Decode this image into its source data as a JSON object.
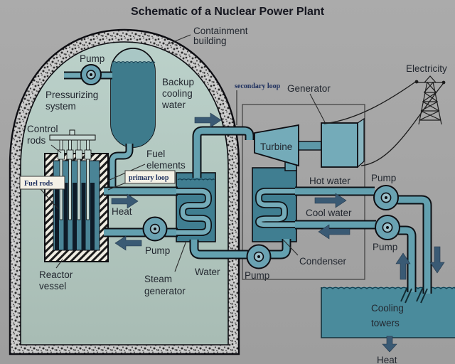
{
  "title": "Schematic of a Nuclear Power Plant",
  "labels": {
    "containment": [
      "Containment",
      "building"
    ],
    "pump_pressurizer": "Pump",
    "pressurizing": [
      "Pressurizing",
      "system"
    ],
    "backup_cooling": [
      "Backup",
      "cooling",
      "water"
    ],
    "control_rods": [
      "Control",
      "rods"
    ],
    "fuel_rods": "Fuel rods",
    "fuel_elements": [
      "Fuel",
      "elements"
    ],
    "primary_loop": "primary loop",
    "secondary_loop": "secondary loop",
    "heat_reactor": "Heat",
    "pump_primary": "Pump",
    "reactor_vessel": [
      "Reactor",
      "vessel"
    ],
    "steam_generator": [
      "Steam",
      "generator"
    ],
    "water": "Water",
    "pump_feedwater": "Pump",
    "turbine": "Turbine",
    "generator": "Generator",
    "electricity": "Electricity",
    "hot_water": "Hot water",
    "cool_water": "Cool water",
    "condenser": "Condenser",
    "pump_hot": "Pump",
    "pump_cool": "Pump",
    "cooling_towers": [
      "Cooling",
      "towers"
    ],
    "heat_out": "Heat"
  },
  "icons": {
    "pump": "pump-icon (concentric circles)",
    "transmission_tower": "transmission-tower-icon (lattice pylon)",
    "flow_arrow": "flow-arrow-icon (block arrow)"
  },
  "colors": {
    "background": "#a6a6a6",
    "containment_interior": "#b2c9c2",
    "wall_texture_base": "#c9c9c9",
    "tank_water": "#3e7b8c",
    "vessel_water": "#4a8496",
    "heat_exchanger_fill": "#407e91",
    "pipe": "#63a0af",
    "equipment": "#74abb9",
    "cooling_basin_water": "#4a8b9c",
    "flow_arrow": "#3a5a74",
    "label_text": "#22272f",
    "loop_label_text": "#1d2f5e",
    "label_box_bg": "#f4f1e6"
  }
}
